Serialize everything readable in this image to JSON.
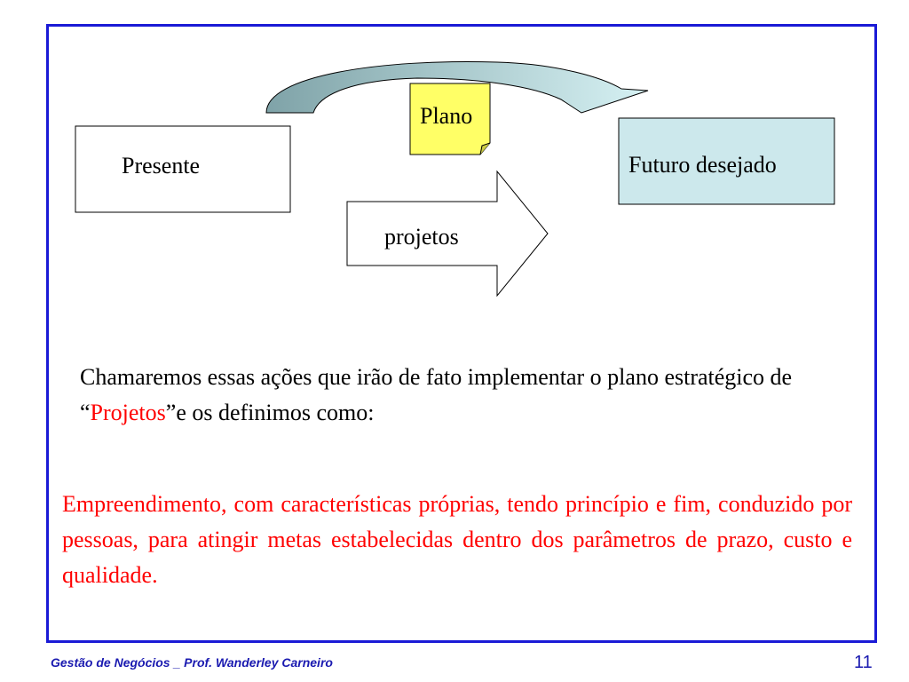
{
  "diagram": {
    "present_label": "Presente",
    "plan_label": "Plano",
    "future_label": "Futuro desejado",
    "projects_label": "projetos"
  },
  "intro": {
    "before": "Chamaremos essas ações que irão de fato implementar o plano estratégico de “",
    "highlight": "Projetos",
    "after": "”e os definimos como:"
  },
  "definition": "Empreendimento, com características próprias, tendo princípio e fim, conduzido por pessoas, para atingir metas estabelecidas dentro dos parâmetros de prazo, custo e qualidade.",
  "footer": {
    "course": "Gestão de Negócios _ Prof. Wanderley Carneiro",
    "page": "11"
  },
  "colors": {
    "frame": "#1a1ad6",
    "plan_note": "#ffff66",
    "future_box": "#cce8ec",
    "curved_arrow_dark": "#7fa3a8",
    "curved_arrow_light": "#d6f1f3",
    "highlight_text": "#ff0000"
  }
}
